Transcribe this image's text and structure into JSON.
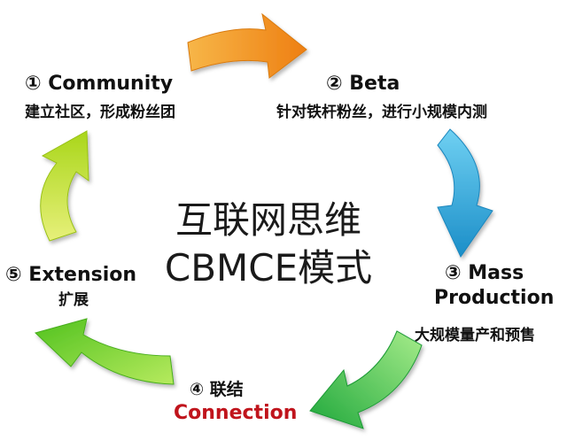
{
  "title_line1": "互联网思维",
  "title_line2": "CBMCE模式",
  "stages": {
    "community": {
      "label": "① Community",
      "desc": "建立社区，形成粉丝团"
    },
    "beta": {
      "label": "② Beta",
      "desc": "针对铁杆粉丝，进行小规模内测"
    },
    "mass": {
      "label_line1": "③ Mass",
      "label_line2": "Production",
      "desc": "大规模量产和预售"
    },
    "connection": {
      "label_zh": "④ 联结",
      "label_en": "Connection",
      "en_color": "#c0141c"
    },
    "extension": {
      "label": "⑤ Extension",
      "desc": "扩展"
    }
  },
  "arrow_colors": {
    "orange": "#f39a1e",
    "blue": "#2aa6d8",
    "green": "#2ec24a",
    "lime": "#8fd11e",
    "yellow_green": "#c9e01c"
  }
}
